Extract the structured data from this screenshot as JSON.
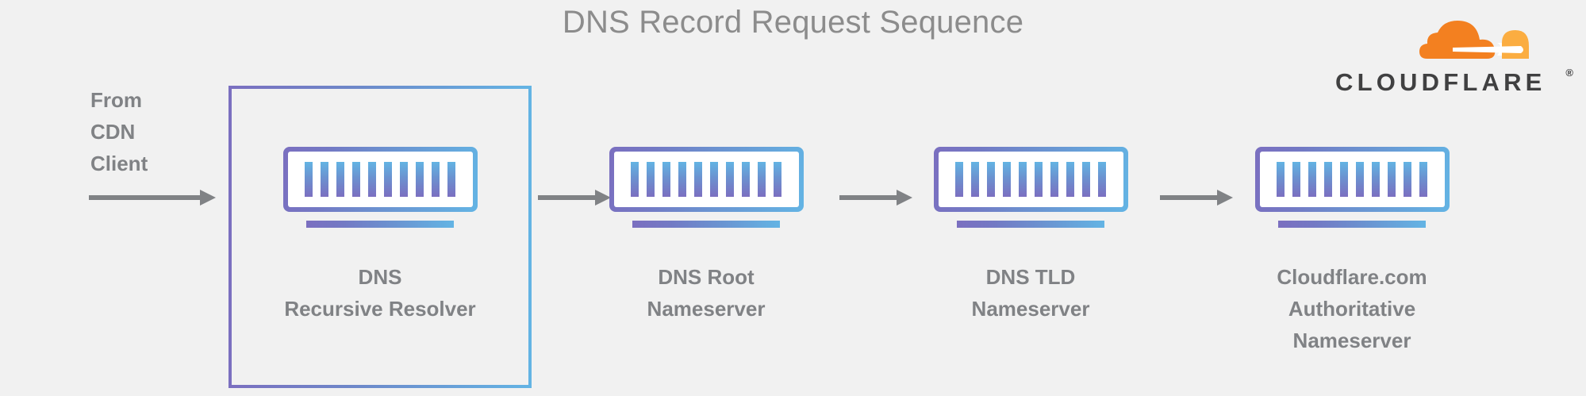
{
  "diagram": {
    "title": "DNS Record Request Sequence",
    "background_color": "#f1f1f1",
    "title_color": "#8c8c8c",
    "label_color": "#808285",
    "accent_gradient_from": "#7b6fc0",
    "accent_gradient_to": "#63b4e4",
    "arrow_color": "#808285",
    "entry_label": "From\nCDN\nClient",
    "highlight_box": {
      "name": "dns-recursive-resolver-highlight",
      "border_from": "#7b6fc0",
      "border_to": "#63b4e4"
    },
    "nodes": [
      {
        "id": "dns-recursive-resolver",
        "label": "DNS\nRecursive Resolver",
        "icon": "server-icon",
        "bars": 10
      },
      {
        "id": "dns-root-nameserver",
        "label": "DNS Root\nNameserver",
        "icon": "server-icon",
        "bars": 10
      },
      {
        "id": "dns-tld-nameserver",
        "label": "DNS TLD\nNameserver",
        "icon": "server-icon",
        "bars": 10
      },
      {
        "id": "cloudflare-authoritative-nameserver",
        "label": "Cloudflare.com\nAuthoritative\nNameserver",
        "icon": "server-icon",
        "bars": 10
      }
    ],
    "arrows": [
      {
        "id": "arrow-client-to-resolver",
        "icon": "arrow-right-icon"
      },
      {
        "id": "arrow-resolver-to-root",
        "icon": "arrow-right-icon"
      },
      {
        "id": "arrow-root-to-tld",
        "icon": "arrow-right-icon"
      },
      {
        "id": "arrow-tld-to-authoritative",
        "icon": "arrow-right-icon"
      }
    ]
  },
  "logo": {
    "wordmark": "CLOUDFLARE",
    "registered_mark": "®",
    "cloud_color_dark": "#f38020",
    "cloud_color_light": "#fbad41",
    "wordmark_color": "#404041"
  }
}
